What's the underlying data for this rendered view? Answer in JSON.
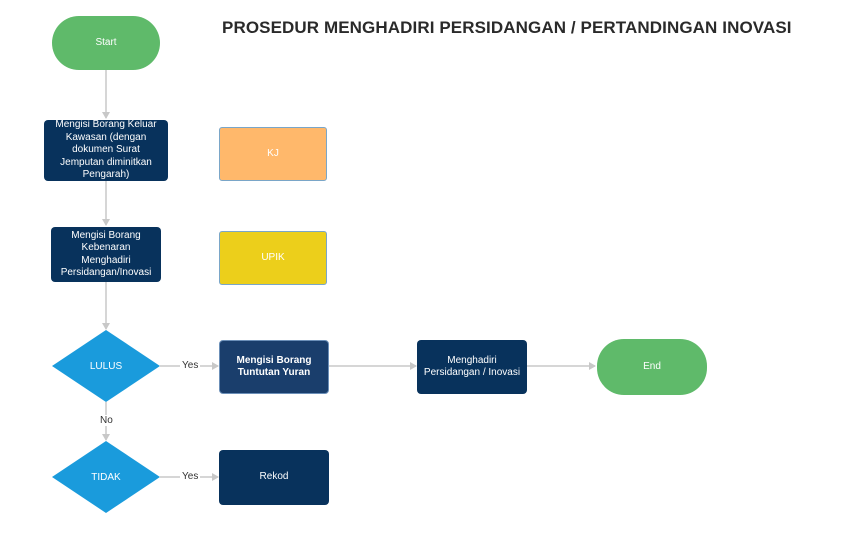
{
  "title": "PROSEDUR MENGHADIRI PERSIDANGAN / PERTANDINGAN INOVASI",
  "nodes": {
    "start": "Start",
    "borang_keluar": "Mengisi Borang Keluar Kawasan (dengan dokumen Surat Jemputan diminitkan Pengarah)",
    "kj": "KJ",
    "borang_kebenaran": "Mengisi Borang Kebenaran Menghadiri Persidangan/Inovasi",
    "upik": "UPIK",
    "lulus": "LULUS",
    "tuntutan": "Mengisi Borang Tuntutan Yuran",
    "menghadiri": "Menghadiri Persidangan / Inovasi",
    "end": "End",
    "tidak": "TIDAK",
    "rekod": "Rekod"
  },
  "edge_labels": {
    "lulus_yes": "Yes",
    "lulus_no": "No",
    "tidak_yes": "Yes"
  },
  "colors": {
    "start_end": "#5fba6a",
    "process": "#08325c",
    "decision": "#1a9bdc",
    "kj": "#ffb86b",
    "upik": "#eccf1b",
    "connector": "#c8c8c8"
  }
}
